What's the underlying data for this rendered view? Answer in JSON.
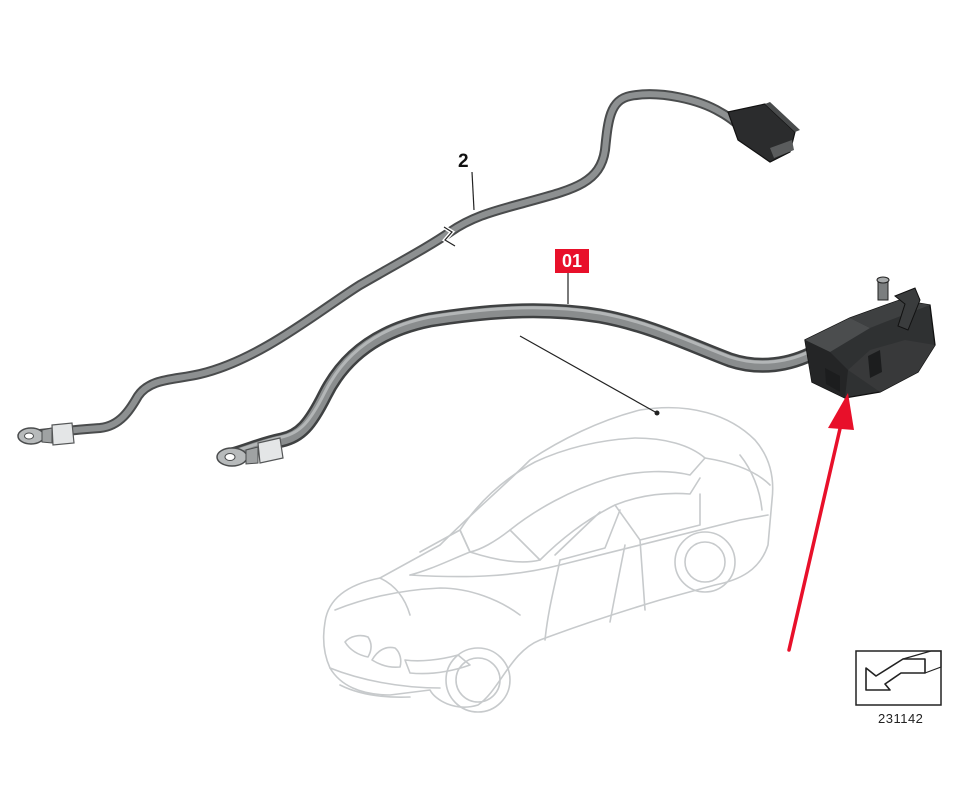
{
  "labels": {
    "part_2": "2",
    "part_01": "01",
    "reference_number": "231142"
  },
  "colors": {
    "cable": "#7d7f80",
    "cable_dark": "#3d3f40",
    "car_outline": "#c7cacc",
    "highlight_box": "#e8102a",
    "arrow": "#e8102a"
  },
  "icons": {
    "direction_symbol": "view-direction-arrow-icon",
    "battery_terminal": "battery-cable-terminal-icon",
    "car": "sedan-outline-icon"
  }
}
